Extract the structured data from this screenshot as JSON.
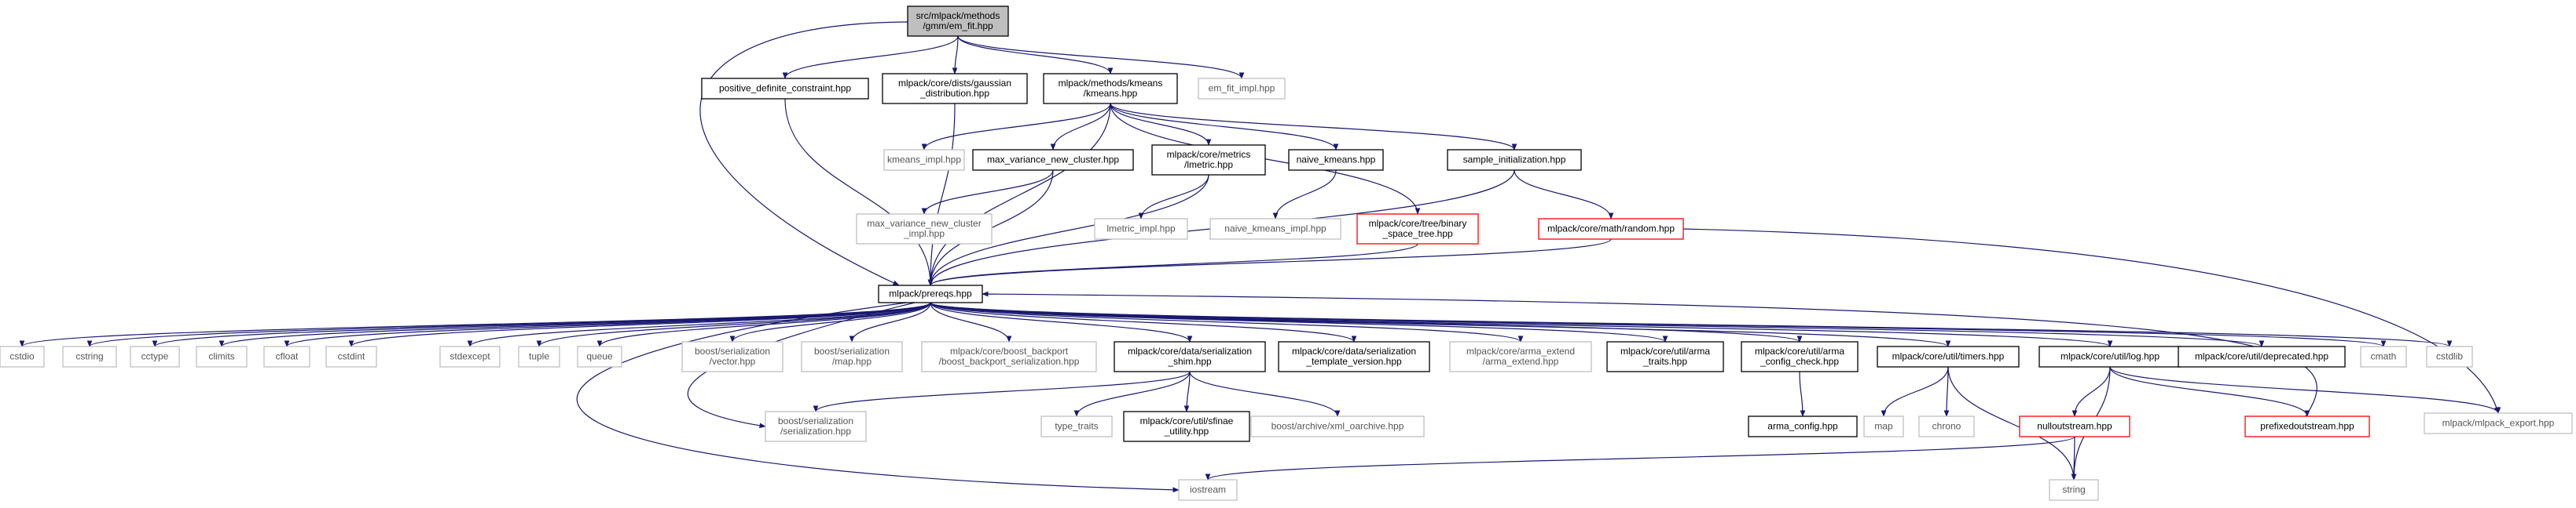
{
  "colors": {
    "edge": "#191970",
    "root_fill": "#bfbfbf",
    "root_stroke": "#000000",
    "file_stroke": "#000000",
    "external_stroke": "#bfbfbf",
    "truncated_stroke": "#ff0000"
  },
  "nodes": [
    {
      "id": "root",
      "kind": "root",
      "lines": [
        "src/mlpack/methods",
        "/gmm/em_fit.hpp"
      ]
    },
    {
      "id": "pdc",
      "kind": "file",
      "lines": [
        "positive_definite_constraint.hpp"
      ]
    },
    {
      "id": "gd",
      "kind": "file",
      "lines": [
        "mlpack/core/dists/gaussian",
        "_distribution.hpp"
      ]
    },
    {
      "id": "km",
      "kind": "file",
      "lines": [
        "mlpack/methods/kmeans",
        "/kmeans.hpp"
      ]
    },
    {
      "id": "emimpl",
      "kind": "external",
      "lines": [
        "em_fit_impl.hpp"
      ]
    },
    {
      "id": "kmimpl",
      "kind": "external",
      "lines": [
        "kmeans_impl.hpp"
      ]
    },
    {
      "id": "mvnc",
      "kind": "file",
      "lines": [
        "max_variance_new_cluster.hpp"
      ]
    },
    {
      "id": "lm",
      "kind": "file",
      "lines": [
        "mlpack/core/metrics",
        "/lmetric.hpp"
      ]
    },
    {
      "id": "nk",
      "kind": "file",
      "lines": [
        "naive_kmeans.hpp"
      ]
    },
    {
      "id": "si",
      "kind": "file",
      "lines": [
        "sample_initialization.hpp"
      ]
    },
    {
      "id": "mvnci",
      "kind": "external",
      "lines": [
        "max_variance_new_cluster",
        "_impl.hpp"
      ]
    },
    {
      "id": "lmi",
      "kind": "external",
      "lines": [
        "lmetric_impl.hpp"
      ]
    },
    {
      "id": "nki",
      "kind": "external",
      "lines": [
        "naive_kmeans_impl.hpp"
      ]
    },
    {
      "id": "bst",
      "kind": "truncated",
      "lines": [
        "mlpack/core/tree/binary",
        "_space_tree.hpp"
      ]
    },
    {
      "id": "rnd",
      "kind": "truncated",
      "lines": [
        "mlpack/core/math/random.hpp"
      ]
    },
    {
      "id": "pre",
      "kind": "file",
      "lines": [
        "mlpack/prereqs.hpp"
      ]
    },
    {
      "id": "cstdio",
      "kind": "external",
      "lines": [
        "cstdio"
      ]
    },
    {
      "id": "cstring",
      "kind": "external",
      "lines": [
        "cstring"
      ]
    },
    {
      "id": "cctype",
      "kind": "external",
      "lines": [
        "cctype"
      ]
    },
    {
      "id": "climits",
      "kind": "external",
      "lines": [
        "climits"
      ]
    },
    {
      "id": "cfloat",
      "kind": "external",
      "lines": [
        "cfloat"
      ]
    },
    {
      "id": "cstdint",
      "kind": "external",
      "lines": [
        "cstdint"
      ]
    },
    {
      "id": "stdexcept",
      "kind": "external",
      "lines": [
        "stdexcept"
      ]
    },
    {
      "id": "tuple",
      "kind": "external",
      "lines": [
        "tuple"
      ]
    },
    {
      "id": "queue",
      "kind": "external",
      "lines": [
        "queue"
      ]
    },
    {
      "id": "bsv",
      "kind": "external",
      "lines": [
        "boost/serialization",
        "/vector.hpp"
      ]
    },
    {
      "id": "bsm",
      "kind": "external",
      "lines": [
        "boost/serialization",
        "/map.hpp"
      ]
    },
    {
      "id": "bbs",
      "kind": "external",
      "lines": [
        "mlpack/core/boost_backport",
        "/boost_backport_serialization.hpp"
      ]
    },
    {
      "id": "dss",
      "kind": "file",
      "lines": [
        "mlpack/core/data/serialization",
        "_shim.hpp"
      ]
    },
    {
      "id": "dstv",
      "kind": "file",
      "lines": [
        "mlpack/core/data/serialization",
        "_template_version.hpp"
      ]
    },
    {
      "id": "aae",
      "kind": "external",
      "lines": [
        "mlpack/core/arma_extend",
        "/arma_extend.hpp"
      ]
    },
    {
      "id": "uat",
      "kind": "file",
      "lines": [
        "mlpack/core/util/arma",
        "_traits.hpp"
      ]
    },
    {
      "id": "uacc",
      "kind": "file",
      "lines": [
        "mlpack/core/util/arma",
        "_config_check.hpp"
      ]
    },
    {
      "id": "tim",
      "kind": "file",
      "lines": [
        "mlpack/core/util/timers.hpp"
      ]
    },
    {
      "id": "log",
      "kind": "file",
      "lines": [
        "mlpack/core/util/log.hpp"
      ]
    },
    {
      "id": "dep",
      "kind": "file",
      "lines": [
        "mlpack/core/util/deprecated.hpp"
      ]
    },
    {
      "id": "cmath",
      "kind": "external",
      "lines": [
        "cmath"
      ]
    },
    {
      "id": "cstdlib",
      "kind": "external",
      "lines": [
        "cstdlib"
      ]
    },
    {
      "id": "mexp",
      "kind": "external",
      "lines": [
        "mlpack/mlpack_export.hpp"
      ]
    },
    {
      "id": "bss",
      "kind": "external",
      "lines": [
        "boost/serialization",
        "/serialization.hpp"
      ]
    },
    {
      "id": "tt",
      "kind": "external",
      "lines": [
        "type_traits"
      ]
    },
    {
      "id": "sfu",
      "kind": "file",
      "lines": [
        "mlpack/core/util/sfinae",
        "_utility.hpp"
      ]
    },
    {
      "id": "bax",
      "kind": "external",
      "lines": [
        "boost/archive/xml_oarchive.hpp"
      ]
    },
    {
      "id": "acfg",
      "kind": "file",
      "lines": [
        "arma_config.hpp"
      ]
    },
    {
      "id": "map",
      "kind": "external",
      "lines": [
        "map"
      ]
    },
    {
      "id": "chrono",
      "kind": "external",
      "lines": [
        "chrono"
      ]
    },
    {
      "id": "nos",
      "kind": "truncated",
      "lines": [
        "nulloutstream.hpp"
      ]
    },
    {
      "id": "pos",
      "kind": "truncated",
      "lines": [
        "prefixedoutstream.hpp"
      ]
    },
    {
      "id": "ios",
      "kind": "external",
      "lines": [
        "iostream"
      ]
    },
    {
      "id": "str",
      "kind": "external",
      "lines": [
        "string"
      ]
    }
  ],
  "edges": [
    [
      "root",
      "pdc"
    ],
    [
      "root",
      "gd"
    ],
    [
      "root",
      "km"
    ],
    [
      "root",
      "emimpl"
    ],
    [
      "root",
      "pre"
    ],
    [
      "pdc",
      "pre"
    ],
    [
      "gd",
      "pre"
    ],
    [
      "km",
      "kmimpl"
    ],
    [
      "km",
      "mvnc"
    ],
    [
      "km",
      "lm"
    ],
    [
      "km",
      "nk"
    ],
    [
      "km",
      "si"
    ],
    [
      "km",
      "bst"
    ],
    [
      "km",
      "pre"
    ],
    [
      "mvnc",
      "mvnci"
    ],
    [
      "mvnc",
      "pre"
    ],
    [
      "lm",
      "lmi"
    ],
    [
      "lm",
      "pre"
    ],
    [
      "nk",
      "nki"
    ],
    [
      "si",
      "rnd"
    ],
    [
      "si",
      "pre"
    ],
    [
      "bst",
      "pre"
    ],
    [
      "rnd",
      "pre"
    ],
    [
      "rnd",
      "mexp"
    ],
    [
      "pre",
      "cstdio"
    ],
    [
      "pre",
      "cstring"
    ],
    [
      "pre",
      "cctype"
    ],
    [
      "pre",
      "climits"
    ],
    [
      "pre",
      "cfloat"
    ],
    [
      "pre",
      "cstdint"
    ],
    [
      "pre",
      "stdexcept"
    ],
    [
      "pre",
      "tuple"
    ],
    [
      "pre",
      "queue"
    ],
    [
      "pre",
      "bsv"
    ],
    [
      "pre",
      "bsm"
    ],
    [
      "pre",
      "bbs"
    ],
    [
      "pre",
      "dss"
    ],
    [
      "pre",
      "dstv"
    ],
    [
      "pre",
      "aae"
    ],
    [
      "pre",
      "uat"
    ],
    [
      "pre",
      "uacc"
    ],
    [
      "pre",
      "tim"
    ],
    [
      "pre",
      "log"
    ],
    [
      "pre",
      "dep"
    ],
    [
      "pre",
      "cmath"
    ],
    [
      "pre",
      "cstdlib"
    ],
    [
      "pre",
      "bss"
    ],
    [
      "pre",
      "ios"
    ],
    [
      "dss",
      "bss"
    ],
    [
      "dss",
      "tt"
    ],
    [
      "dss",
      "sfu"
    ],
    [
      "dss",
      "bax"
    ],
    [
      "uacc",
      "acfg"
    ],
    [
      "tim",
      "map"
    ],
    [
      "tim",
      "chrono"
    ],
    [
      "tim",
      "str"
    ],
    [
      "log",
      "nos"
    ],
    [
      "log",
      "pos"
    ],
    [
      "log",
      "mexp"
    ],
    [
      "log",
      "str"
    ],
    [
      "nos",
      "ios"
    ],
    [
      "nos",
      "str"
    ],
    [
      "pos",
      "pre"
    ]
  ]
}
